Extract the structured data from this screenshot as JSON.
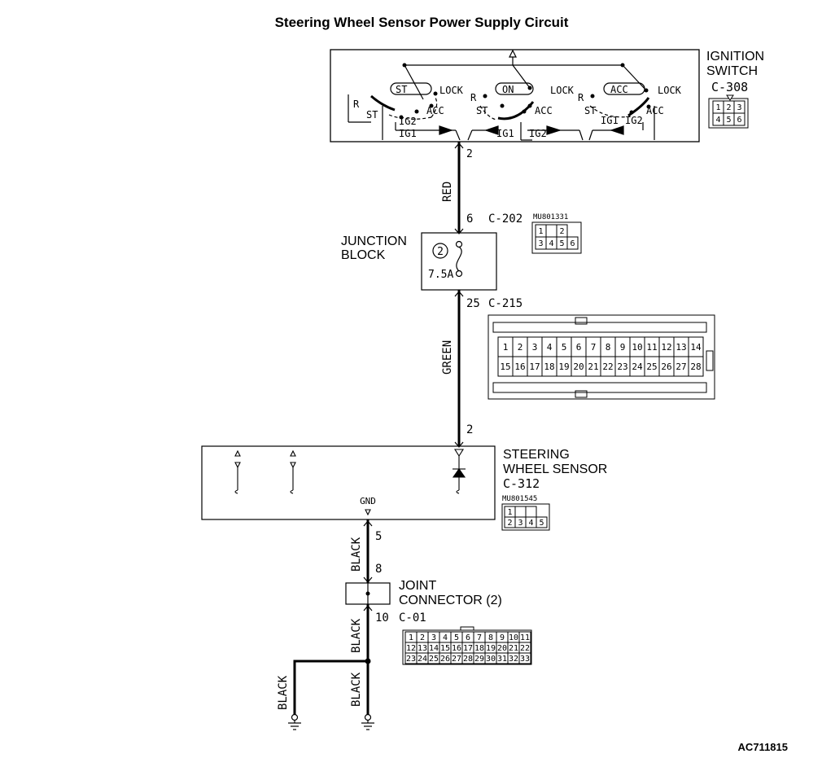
{
  "title": "Steering Wheel Sensor Power Supply Circuit",
  "figure_id": "AC711815",
  "ignition_switch": {
    "name_lines": [
      "IGNITION",
      "SWITCH"
    ],
    "connector": "C-308",
    "connector_pins": [
      [
        "1",
        "2",
        "3"
      ],
      [
        "4",
        "5",
        "6"
      ]
    ],
    "positions": [
      "ST",
      "ON",
      "ACC"
    ],
    "terminals": [
      "LOCK",
      "ACC",
      "ST",
      "R",
      "IG1",
      "IG2"
    ],
    "output_pin": "2"
  },
  "wire_red": {
    "color_label": "RED"
  },
  "junction_block": {
    "name_lines": [
      "JUNCTION",
      "BLOCK"
    ],
    "fuse_number": "2",
    "fuse_rating": "7.5A",
    "in_pin": "6",
    "in_connector": "C-202",
    "in_part_no": "MU801331",
    "in_pins": [
      [
        "1",
        "",
        "2"
      ],
      [
        "3",
        "4",
        "5",
        "6"
      ]
    ],
    "out_pin": "25",
    "out_connector": "C-215",
    "out_pins": [
      [
        "1",
        "2",
        "3",
        "4",
        "5",
        "6",
        "7",
        "8",
        "9",
        "10",
        "11",
        "12",
        "13",
        "14"
      ],
      [
        "15",
        "16",
        "17",
        "18",
        "19",
        "20",
        "21",
        "22",
        "23",
        "24",
        "25",
        "26",
        "27",
        "28"
      ]
    ]
  },
  "wire_green": {
    "color_label": "GREEN"
  },
  "steering_wheel_sensor": {
    "name_lines": [
      "STEERING",
      "WHEEL SENSOR"
    ],
    "connector": "C-312",
    "part_no": "MU801545",
    "pins": [
      [
        "1",
        "",
        ""
      ],
      [
        "2",
        "3",
        "4",
        "5"
      ]
    ],
    "in_pin": "2",
    "gnd_label": "GND",
    "gnd_pin": "5"
  },
  "wire_black": {
    "color_label": "BLACK"
  },
  "joint_connector": {
    "name_lines": [
      "JOINT",
      "CONNECTOR (2)"
    ],
    "in_pin": "8",
    "out_pin": "10",
    "connector": "C-01",
    "pins": [
      [
        "1",
        "2",
        "3",
        "4",
        "5",
        "6",
        "7",
        "8",
        "9",
        "10",
        "11"
      ],
      [
        "12",
        "13",
        "14",
        "15",
        "16",
        "17",
        "18",
        "19",
        "20",
        "21",
        "22"
      ],
      [
        "23",
        "24",
        "25",
        "26",
        "27",
        "28",
        "29",
        "30",
        "31",
        "32",
        "33"
      ]
    ]
  }
}
